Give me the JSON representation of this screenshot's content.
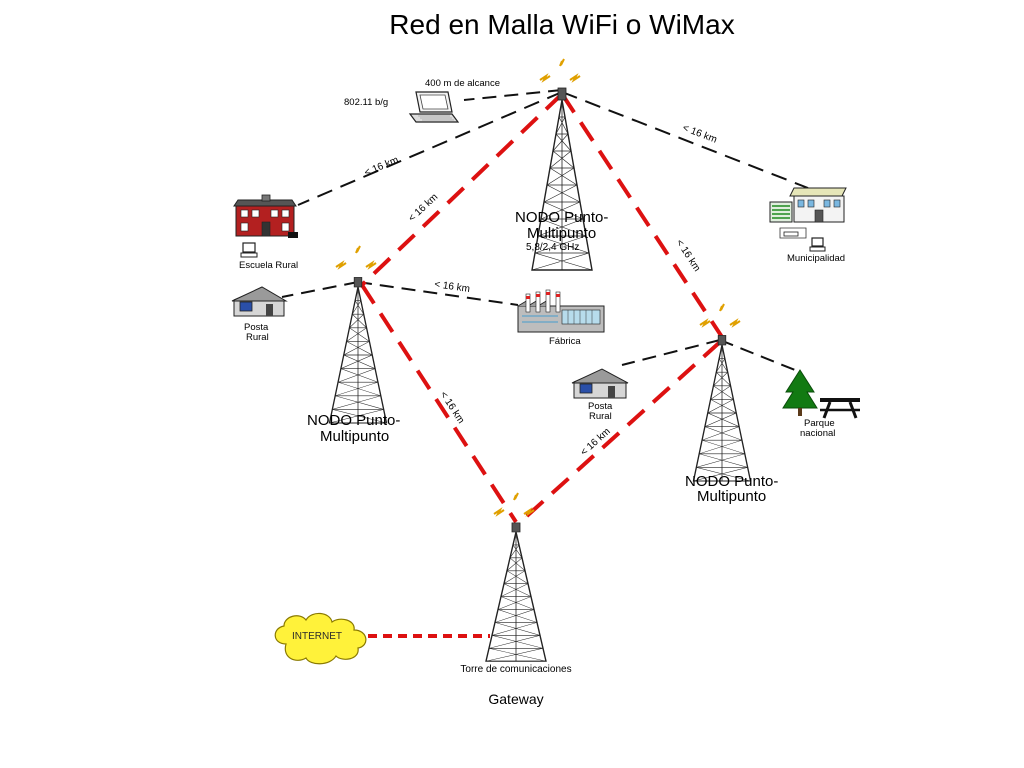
{
  "title": "Red en Malla WiFi o WiMax",
  "colors": {
    "backbone_link": "#dd1111",
    "access_link": "#111111",
    "tower": "#222222",
    "antenna_wave": "#e0a000",
    "cloud_fill": "#fff23a",
    "tree": "#127a12"
  },
  "nodes": {
    "top": {
      "label_line1": "NODO Punto-",
      "label_line2": "Multipunto",
      "frequency": "5,8/2,4 GHz"
    },
    "left": {
      "label_line1": "NODO Punto-",
      "label_line2": "Multipunto"
    },
    "right": {
      "label_line1": "NODO Punto-",
      "label_line2": "Multipunto"
    },
    "gateway": {
      "tower_label": "Torre de comunicaciones",
      "label": "Gateway"
    }
  },
  "links": {
    "top_left": "< 16 km",
    "top_right": "< 16 km",
    "left_gateway": "< 16 km",
    "right_gateway": "< 16 km",
    "top_escuela": "< 16 km",
    "top_municipalidad": "< 16 km",
    "left_fabrica": "< 16 km"
  },
  "endpoints": {
    "laptop": {
      "range": "400 m de alcance",
      "standard": "802.11 b/g"
    },
    "escuela": "Escuela Rural",
    "municipalidad": "Municipalidad",
    "posta_left_line1": "Posta",
    "posta_left_line2": "Rural",
    "fabrica": "Fábrica",
    "posta_right_line1": "Posta",
    "posta_right_line2": "Rural",
    "parque_line1": "Parque",
    "parque_line2": "nacional",
    "internet": "INTERNET"
  },
  "icons": [
    "signal-wave-icon",
    "laptop-icon",
    "school-building-icon",
    "computer-icon",
    "town-hall-icon",
    "house-icon",
    "factory-icon",
    "pine-tree-icon",
    "picnic-table-icon",
    "cloud-icon",
    "tower-icon"
  ]
}
